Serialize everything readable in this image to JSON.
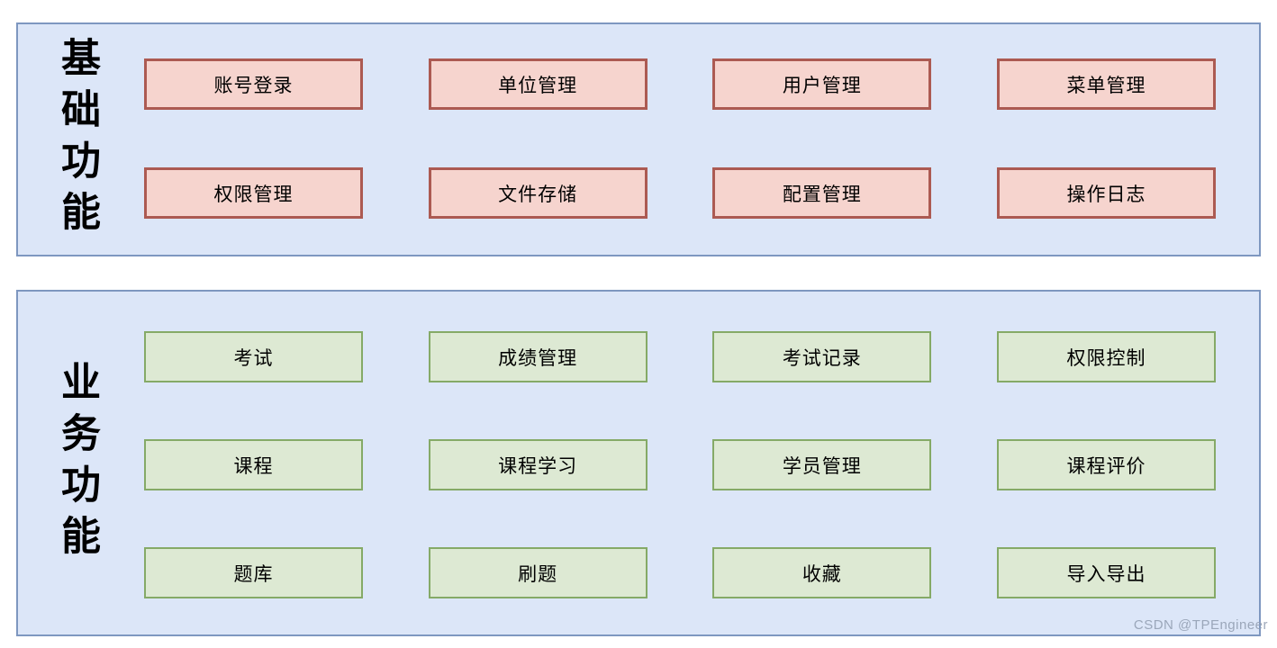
{
  "colors": {
    "section_bg": "#dce6f8",
    "section_border": "#7e97c0",
    "basic_box_bg": "#f6d4ce",
    "basic_box_border": "#ac5a52",
    "business_box_bg": "#dde9d3",
    "business_box_border": "#85aa67"
  },
  "sections": {
    "basic": {
      "label": "基础功能",
      "boxes": [
        "账号登录",
        "单位管理",
        "用户管理",
        "菜单管理",
        "权限管理",
        "文件存储",
        "配置管理",
        "操作日志"
      ]
    },
    "business": {
      "label": "业务功能",
      "boxes": [
        "考试",
        "成绩管理",
        "考试记录",
        "权限控制",
        "课程",
        "课程学习",
        "学员管理",
        "课程评价",
        "题库",
        "刷题",
        "收藏",
        "导入导出"
      ]
    }
  },
  "watermark": "CSDN @TPEngineer"
}
